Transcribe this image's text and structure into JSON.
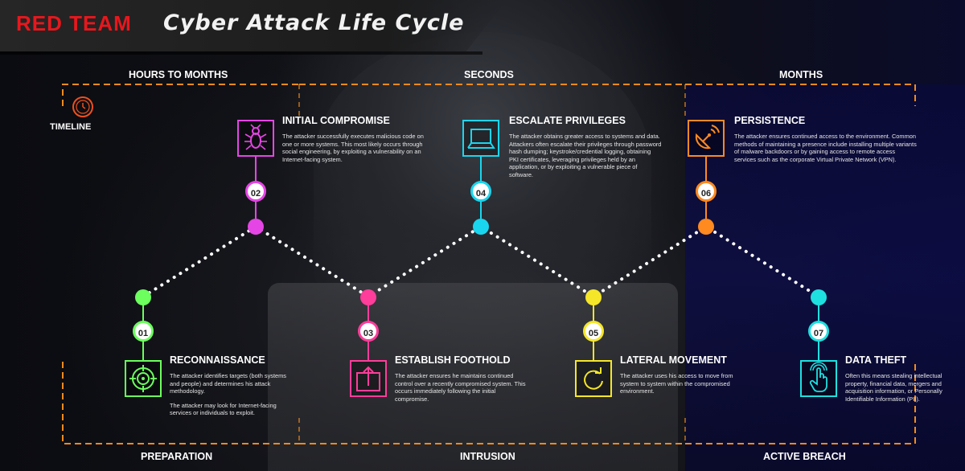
{
  "header": {
    "brand": "RED TEAM",
    "title": "Cyber Attack Life Cycle"
  },
  "top_phases": [
    "HOURS TO MONTHS",
    "SECONDS",
    "MONTHS"
  ],
  "bottom_phases": [
    "PREPARATION",
    "INTRUSION",
    "ACTIVE BREACH"
  ],
  "timeline_label": "TIMELINE",
  "steps": [
    {
      "num": "01",
      "title": "RECONNAISSANCE",
      "color": "#6cff5e",
      "icon": "target-icon",
      "desc": "The attacker identifies targets (both systems and people) and determines his attack methodology.",
      "desc2": "The attacker may look for Internet-facing services or individuals to exploit."
    },
    {
      "num": "02",
      "title": "INITIAL COMPROMISE",
      "color": "#e645e6",
      "icon": "bug-icon",
      "desc": "The attacker successfully executes malicious code on one or more systems. This most likely occurs through social engineering, by exploiting a vulnerability on an Internet-facing system."
    },
    {
      "num": "03",
      "title": "ESTABLISH FOOTHOLD",
      "color": "#ff3d9a",
      "icon": "box-upload-icon",
      "desc": "The attacker ensures he maintains continued control over a recently compromised system. This occurs immediately following the initial compromise."
    },
    {
      "num": "04",
      "title": "ESCALATE PRIVILEGES",
      "color": "#19d6ee",
      "icon": "laptop-icon",
      "desc": "The attacker obtains greater access to systems and data. Attackers often escalate their privileges through password hash dumping; keystroke/credential logging, obtaining PKI certificates, leveraging privileges held by an application, or by exploiting a vulnerable piece of software."
    },
    {
      "num": "05",
      "title": "LATERAL MOVEMENT",
      "color": "#f5e62a",
      "icon": "refresh-icon",
      "desc": "The attacker uses his access to move from system to system within the compromised environment."
    },
    {
      "num": "06",
      "title": "PERSISTENCE",
      "color": "#ff8a1f",
      "icon": "satellite-dish-icon",
      "desc": "The attacker ensures continued access to the environment. Common methods of maintaining a presence include installing multiple variants of malware backdoors or by gaining access to remote access services such as the corporate Virtual Private Network (VPN)."
    },
    {
      "num": "07",
      "title": "DATA THEFT",
      "color": "#1ee0e0",
      "icon": "touch-hand-icon",
      "desc": "Often this means stealing intellectual property, financial data, mergers and acquisition information, or Personally Identifiable Information (PII)."
    }
  ]
}
